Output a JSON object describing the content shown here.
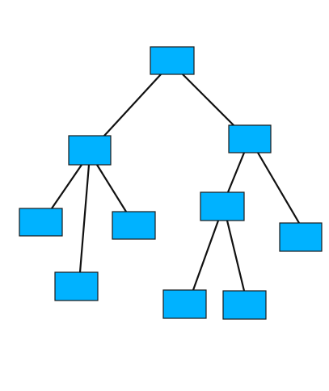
{
  "diagram": {
    "type": "tree",
    "colors": {
      "node_fill": "#00b2ff",
      "node_stroke": "#1a1a1a",
      "edge_stroke": "#111111",
      "background": "#ffffff"
    },
    "nodes": [
      {
        "id": "root"
      },
      {
        "id": "left-child"
      },
      {
        "id": "right-child"
      },
      {
        "id": "left-leaf-1"
      },
      {
        "id": "left-leaf-2"
      },
      {
        "id": "left-leaf-3"
      },
      {
        "id": "right-inner"
      },
      {
        "id": "right-leaf-1"
      },
      {
        "id": "right-inner-leaf-1"
      },
      {
        "id": "right-inner-leaf-2"
      }
    ],
    "edges": [
      {
        "from": "root",
        "to": "left-child"
      },
      {
        "from": "root",
        "to": "right-child"
      },
      {
        "from": "left-child",
        "to": "left-leaf-1"
      },
      {
        "from": "left-child",
        "to": "left-leaf-2"
      },
      {
        "from": "left-child",
        "to": "left-leaf-3"
      },
      {
        "from": "right-child",
        "to": "right-inner"
      },
      {
        "from": "right-child",
        "to": "right-leaf-1"
      },
      {
        "from": "right-inner",
        "to": "right-inner-leaf-1"
      },
      {
        "from": "right-inner",
        "to": "right-inner-leaf-2"
      }
    ]
  }
}
